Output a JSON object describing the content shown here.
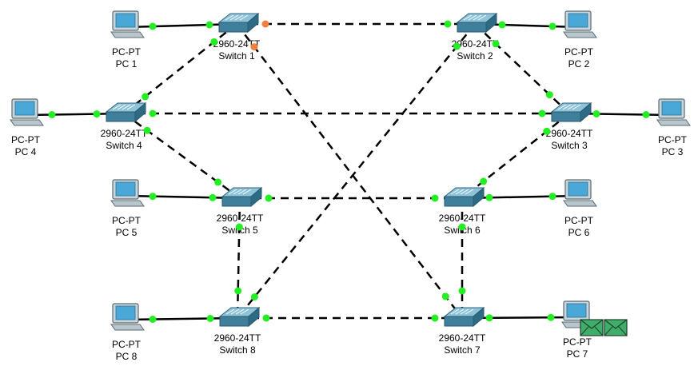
{
  "colors": {
    "port_up": "#22ee22",
    "port_blocking": "#f08040",
    "switch_top": "#8fc3d8",
    "switch_side": "#3f7f99",
    "pdu_fill": "#3fae6a"
  },
  "devices": [
    {
      "id": "pc1",
      "kind": "pc",
      "model": "PC-PT",
      "name": "PC 1"
    },
    {
      "id": "pc2",
      "kind": "pc",
      "model": "PC-PT",
      "name": "PC 2"
    },
    {
      "id": "pc3",
      "kind": "pc",
      "model": "PC-PT",
      "name": "PC 3"
    },
    {
      "id": "pc4",
      "kind": "pc",
      "model": "PC-PT",
      "name": "PC 4"
    },
    {
      "id": "pc5",
      "kind": "pc",
      "model": "PC-PT",
      "name": "PC 5"
    },
    {
      "id": "pc6",
      "kind": "pc",
      "model": "PC-PT",
      "name": "PC 6"
    },
    {
      "id": "pc7",
      "kind": "pc",
      "model": "PC-PT",
      "name": "PC 7"
    },
    {
      "id": "pc8",
      "kind": "pc",
      "model": "PC-PT",
      "name": "PC 8"
    },
    {
      "id": "sw1",
      "kind": "switch",
      "model": "2960-24TT",
      "name": "Switch 1"
    },
    {
      "id": "sw2",
      "kind": "switch",
      "model": "2960-24TT",
      "name": "Switch 2"
    },
    {
      "id": "sw3",
      "kind": "switch",
      "model": "2960-24TT",
      "name": "Switch 3"
    },
    {
      "id": "sw4",
      "kind": "switch",
      "model": "2960-24TT",
      "name": "Switch 4"
    },
    {
      "id": "sw5",
      "kind": "switch",
      "model": "2960-24TT",
      "name": "Switch 5"
    },
    {
      "id": "sw6",
      "kind": "switch",
      "model": "2960-24TT",
      "name": "Switch 6"
    },
    {
      "id": "sw7",
      "kind": "switch",
      "model": "2960-24TT",
      "name": "Switch 7"
    },
    {
      "id": "sw8",
      "kind": "switch",
      "model": "2960-24TT",
      "name": "Switch 8"
    }
  ],
  "links": [
    {
      "from": "pc1",
      "to": "sw1",
      "type": "straight",
      "from_state": "up",
      "to_state": "up"
    },
    {
      "from": "pc2",
      "to": "sw2",
      "type": "straight",
      "from_state": "up",
      "to_state": "up"
    },
    {
      "from": "pc3",
      "to": "sw3",
      "type": "straight",
      "from_state": "up",
      "to_state": "up"
    },
    {
      "from": "pc4",
      "to": "sw4",
      "type": "straight",
      "from_state": "up",
      "to_state": "up"
    },
    {
      "from": "pc5",
      "to": "sw5",
      "type": "straight",
      "from_state": "up",
      "to_state": "up"
    },
    {
      "from": "pc6",
      "to": "sw6",
      "type": "straight",
      "from_state": "up",
      "to_state": "up"
    },
    {
      "from": "pc7",
      "to": "sw7",
      "type": "straight",
      "from_state": "up",
      "to_state": "up"
    },
    {
      "from": "pc8",
      "to": "sw8",
      "type": "straight",
      "from_state": "up",
      "to_state": "up"
    },
    {
      "from": "sw1",
      "to": "sw2",
      "type": "crossover",
      "from_state": "blocking",
      "to_state": "up"
    },
    {
      "from": "sw1",
      "to": "sw4",
      "type": "crossover",
      "from_state": "up",
      "to_state": "up"
    },
    {
      "from": "sw1",
      "to": "sw7",
      "type": "crossover",
      "from_state": "blocking",
      "to_state": "up"
    },
    {
      "from": "sw2",
      "to": "sw3",
      "type": "crossover",
      "from_state": "up",
      "to_state": "up"
    },
    {
      "from": "sw2",
      "to": "sw8",
      "type": "crossover",
      "from_state": "up",
      "to_state": "up"
    },
    {
      "from": "sw4",
      "to": "sw3",
      "type": "crossover",
      "from_state": "up",
      "to_state": "up"
    },
    {
      "from": "sw4",
      "to": "sw5",
      "type": "crossover",
      "from_state": "up",
      "to_state": "up"
    },
    {
      "from": "sw3",
      "to": "sw6",
      "type": "crossover",
      "from_state": "up",
      "to_state": "up"
    },
    {
      "from": "sw5",
      "to": "sw6",
      "type": "crossover",
      "from_state": "up",
      "to_state": "up"
    },
    {
      "from": "sw5",
      "to": "sw8",
      "type": "crossover",
      "from_state": "up",
      "to_state": "up"
    },
    {
      "from": "sw6",
      "to": "sw7",
      "type": "crossover",
      "from_state": "up",
      "to_state": "up"
    },
    {
      "from": "sw8",
      "to": "sw7",
      "type": "crossover",
      "from_state": "up",
      "to_state": "up"
    }
  ],
  "pdu": {
    "count": 2,
    "at": "pc7"
  }
}
